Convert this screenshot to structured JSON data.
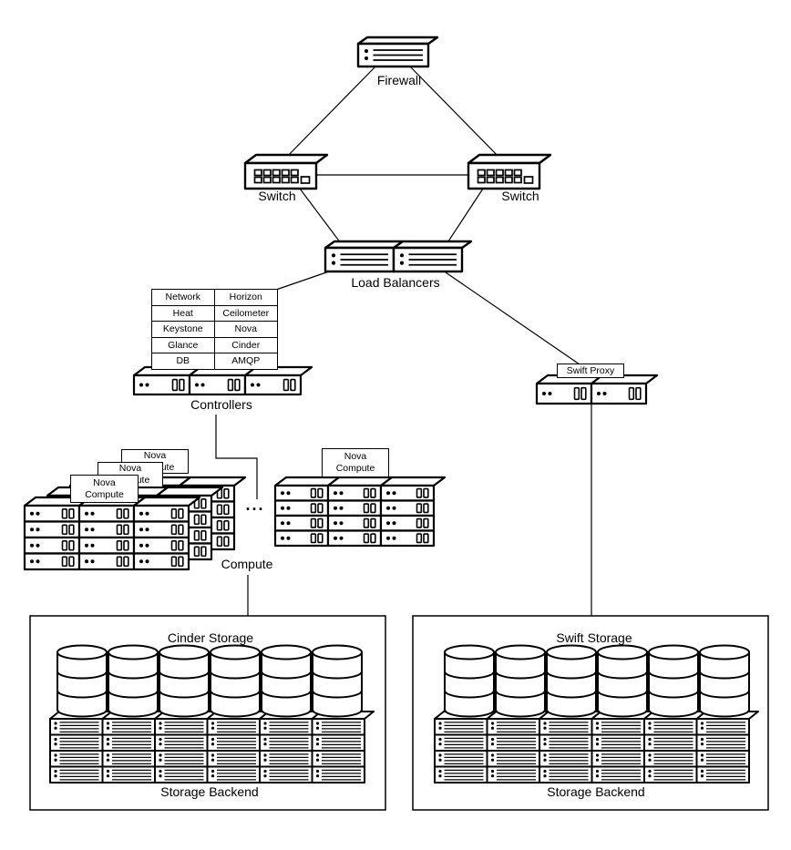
{
  "canvas": {
    "background": "#ffffff",
    "ink": "#000000"
  },
  "nodes": {
    "firewall": {
      "label": "Firewall"
    },
    "switch_left": {
      "label": "Switch"
    },
    "switch_right": {
      "label": "Switch"
    },
    "load_balancers": {
      "label": "Load Balancers",
      "count": 2
    },
    "controllers": {
      "label": "Controllers",
      "server_count": 3,
      "services": [
        [
          "Network",
          "Horizon"
        ],
        [
          "Heat",
          "Ceilometer"
        ],
        [
          "Keystone",
          "Nova"
        ],
        [
          "Glance",
          "Cinder"
        ],
        [
          "DB",
          "AMQP"
        ]
      ]
    },
    "swift_proxy": {
      "label": "Swift Proxy",
      "server_count": 2
    },
    "compute": {
      "label": "Compute",
      "node_label": "Nova Compute",
      "ellipsis": "...",
      "stacked_racks": 3,
      "rack": {
        "rows": 4,
        "cols": 3
      }
    },
    "cinder_storage": {
      "title": "Cinder Storage",
      "footer": "Storage Backend",
      "cylinder_stacks": 6,
      "cylinders_per_stack": 3,
      "servers": {
        "rows": 4,
        "cols": 6
      }
    },
    "swift_storage": {
      "title": "Swift Storage",
      "footer": "Storage Backend",
      "cylinder_stacks": 6,
      "cylinders_per_stack": 3,
      "servers": {
        "rows": 4,
        "cols": 6
      }
    }
  }
}
